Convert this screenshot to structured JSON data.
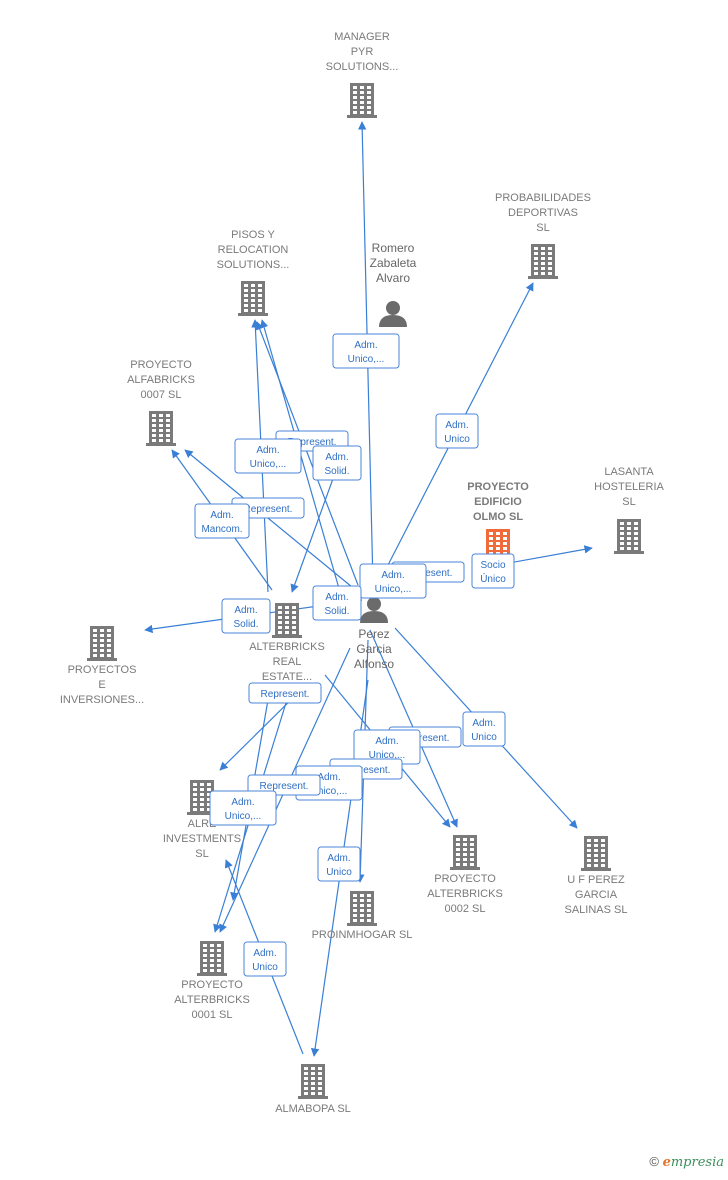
{
  "colors": {
    "edge": "#3a7fd6",
    "company": "#7a7a7a",
    "highlight": "#f06a3a",
    "person": "#6b6b6b"
  },
  "nodes": [
    {
      "id": "manager",
      "type": "company",
      "icon": "building-icon",
      "label": [
        "MANAGER",
        "PYR",
        "SOLUTIONS..."
      ]
    },
    {
      "id": "romero",
      "type": "person",
      "icon": "person-icon",
      "label": [
        "Romero",
        "Zabaleta",
        "Alvaro"
      ]
    },
    {
      "id": "probabilidades",
      "type": "company",
      "icon": "building-icon",
      "label": [
        "PROBABILIDADES",
        "DEPORTIVAS",
        "SL"
      ]
    },
    {
      "id": "pisos",
      "type": "company",
      "icon": "building-icon",
      "label": [
        "PISOS Y",
        "RELOCATION",
        "SOLUTIONS..."
      ]
    },
    {
      "id": "alfabricks",
      "type": "company",
      "icon": "building-icon",
      "label": [
        "PROYECTO",
        "ALFABRICKS",
        "0007  SL"
      ]
    },
    {
      "id": "edificio",
      "type": "company",
      "highlight": true,
      "icon": "building-icon",
      "label": [
        "PROYECTO",
        "EDIFICIO",
        "OLMO  SL"
      ]
    },
    {
      "id": "lasanta",
      "type": "company",
      "icon": "building-icon",
      "label": [
        "LASANTA",
        "HOSTELERIA",
        "SL"
      ]
    },
    {
      "id": "perez",
      "type": "person",
      "icon": "person-icon",
      "label": [
        "Perez",
        "Garcia",
        "Alfonso"
      ]
    },
    {
      "id": "alterbricks_re",
      "type": "company",
      "icon": "building-icon",
      "label": [
        "ALTERBRICKS",
        "REAL",
        "ESTATE..."
      ]
    },
    {
      "id": "proyectos_e",
      "type": "company",
      "icon": "building-icon",
      "label": [
        "PROYECTOS",
        "E",
        "INVERSIONES..."
      ]
    },
    {
      "id": "alre",
      "type": "company",
      "icon": "building-icon",
      "label": [
        "ALRE",
        "INVESTMENTS",
        "SL"
      ]
    },
    {
      "id": "alterbricks0002",
      "type": "company",
      "icon": "building-icon",
      "label": [
        "PROYECTO",
        "ALTERBRICKS",
        "0002  SL"
      ]
    },
    {
      "id": "ufperez",
      "type": "company",
      "icon": "building-icon",
      "label": [
        "U F PEREZ",
        "GARCIA",
        "SALINAS  SL"
      ]
    },
    {
      "id": "proinmhogar",
      "type": "company",
      "icon": "building-icon",
      "label": [
        "PROINMHOGAR SL"
      ]
    },
    {
      "id": "alterbricks0001",
      "type": "company",
      "icon": "building-icon",
      "label": [
        "PROYECTO",
        "ALTERBRICKS",
        "0001  SL"
      ]
    },
    {
      "id": "almabopa",
      "type": "company",
      "icon": "building-icon",
      "label": [
        "ALMABOPA  SL"
      ]
    }
  ],
  "edge_labels": [
    {
      "id": "adm-unico-manager",
      "lines": [
        "Adm.",
        "Unico,..."
      ]
    },
    {
      "id": "adm-unico-probabilidades",
      "lines": [
        "Adm.",
        "Unico"
      ]
    },
    {
      "id": "represent-pisos",
      "lines": [
        "Represent."
      ]
    },
    {
      "id": "adm-unico-pisos",
      "lines": [
        "Adm.",
        "Unico,..."
      ]
    },
    {
      "id": "adm-solid-pisos",
      "lines": [
        "Adm.",
        "Solid."
      ]
    },
    {
      "id": "represent-alfabricks",
      "lines": [
        "Represent."
      ]
    },
    {
      "id": "adm-mancom-alfabricks",
      "lines": [
        "Adm.",
        "Mancom."
      ]
    },
    {
      "id": "represent-edificio",
      "lines": [
        "Represent."
      ]
    },
    {
      "id": "adm-unico-edificio",
      "lines": [
        "Adm.",
        "Unico,..."
      ]
    },
    {
      "id": "socio-unico-lasanta",
      "lines": [
        "Socio",
        "Único"
      ]
    },
    {
      "id": "adm-solid-proyectos-e",
      "lines": [
        "Adm.",
        "Solid."
      ]
    },
    {
      "id": "adm-solid-alterbricks-re",
      "lines": [
        "Adm.",
        "Solid."
      ]
    },
    {
      "id": "represent-alre",
      "lines": [
        "Represent."
      ]
    },
    {
      "id": "adm-unico-ufperez",
      "lines": [
        "Adm.",
        "Unico"
      ]
    },
    {
      "id": "represent-0002",
      "lines": [
        "Represent."
      ]
    },
    {
      "id": "adm-unico-0002",
      "lines": [
        "Adm.",
        "Unico,..."
      ]
    },
    {
      "id": "represent-proinmhogar",
      "lines": [
        "Represent."
      ]
    },
    {
      "id": "adm-unico-proinmhogar",
      "lines": [
        "Adm.",
        "Unico,..."
      ]
    },
    {
      "id": "represent-0001",
      "lines": [
        "Represent."
      ]
    },
    {
      "id": "adm-unico-alre",
      "lines": [
        "Adm.",
        "Unico,..."
      ]
    },
    {
      "id": "adm-unico-almabopa",
      "lines": [
        "Adm.",
        "Unico"
      ]
    },
    {
      "id": "adm-unico-0001",
      "lines": [
        "Adm.",
        "Unico"
      ]
    }
  ],
  "footer": {
    "copyright": "©",
    "brand_first": "e",
    "brand_rest": "mpresia"
  }
}
